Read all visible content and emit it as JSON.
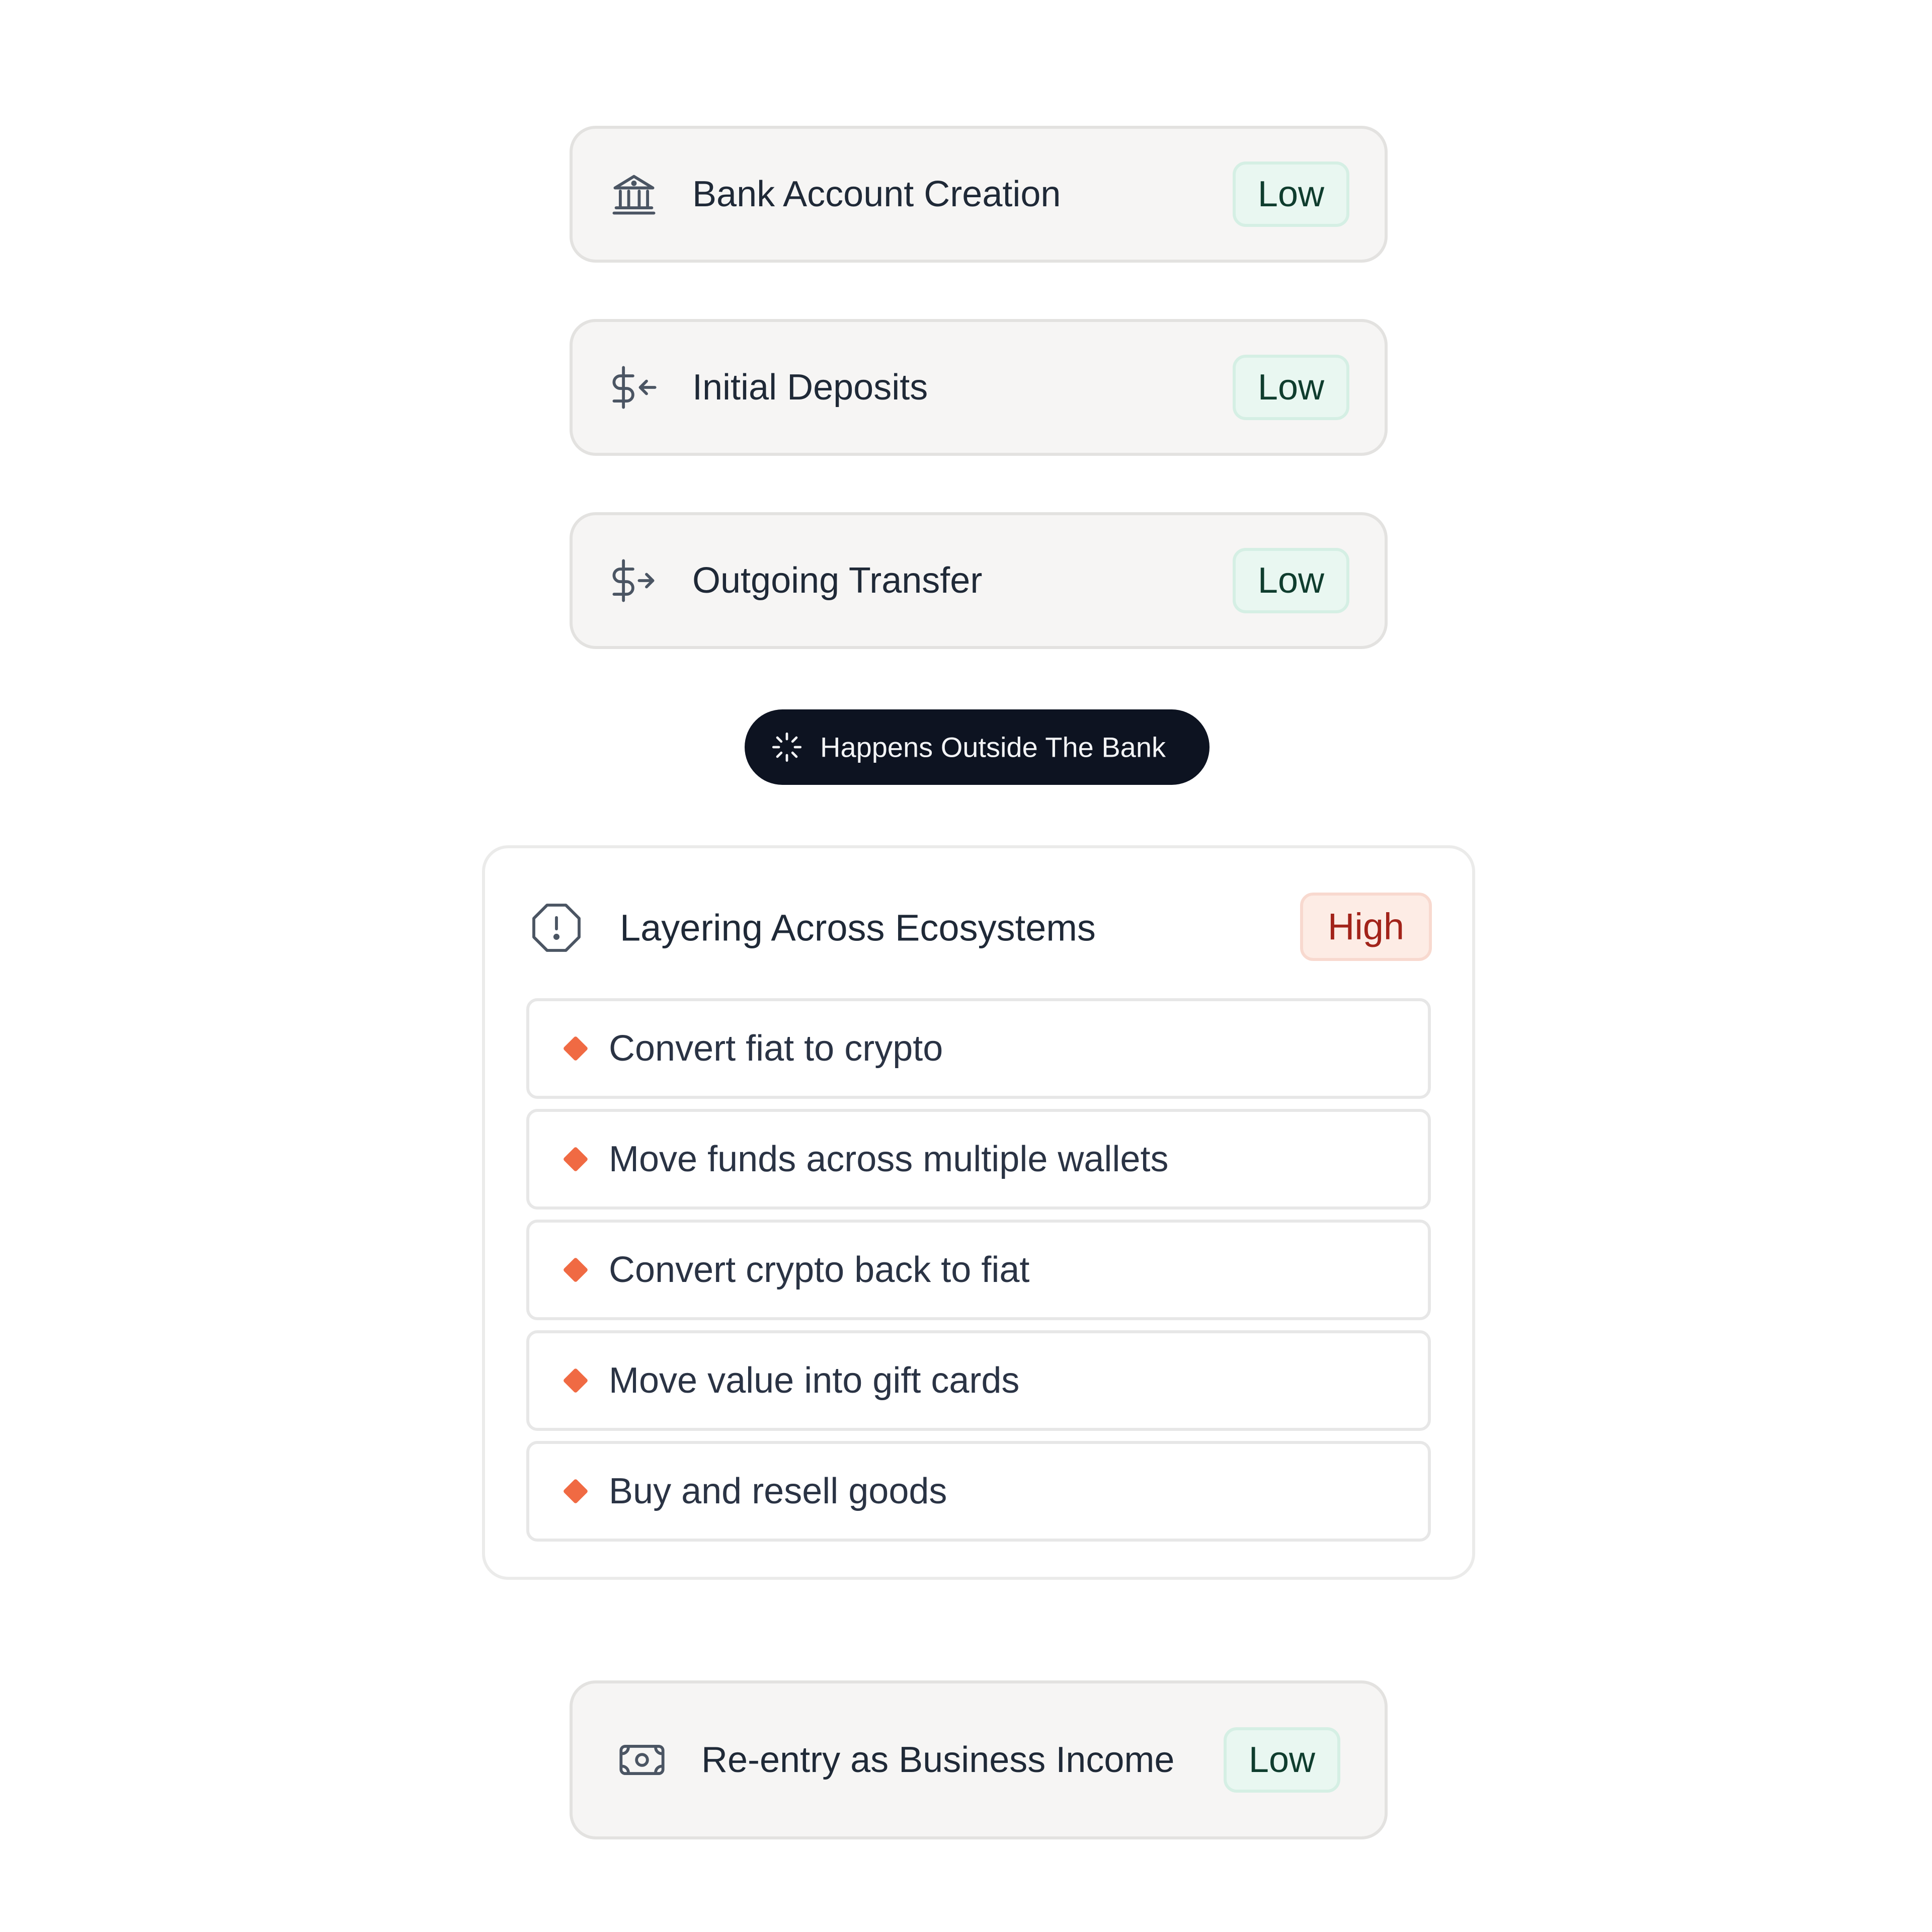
{
  "steps": [
    {
      "label": "Bank Account Creation",
      "risk": "Low",
      "icon": "bank-icon"
    },
    {
      "label": "Initial Deposits",
      "risk": "Low",
      "icon": "dollar-incoming-icon"
    },
    {
      "label": "Outgoing Transfer",
      "risk": "Low",
      "icon": "dollar-outgoing-icon"
    }
  ],
  "outside": {
    "label": "Happens Outside The Bank",
    "icon": "loader-icon"
  },
  "layering": {
    "title": "Layering Across Ecosystems",
    "risk": "High",
    "icon": "alert-octagon-icon",
    "items": [
      "Convert fiat to crypto",
      "Move funds across multiple wallets",
      "Convert crypto back to fiat",
      "Move value into gift cards",
      "Buy and resell goods"
    ]
  },
  "reentry": {
    "label": "Re-entry as Business Income",
    "risk": "Low",
    "icon": "banknote-icon"
  },
  "colors": {
    "low_badge_bg": "#e9f7f1",
    "low_badge_text": "#0f3d2e",
    "high_badge_bg": "#fdece5",
    "high_badge_text": "#a2231a",
    "bullet": "#f06a43",
    "pill_bg": "#0d1321"
  }
}
